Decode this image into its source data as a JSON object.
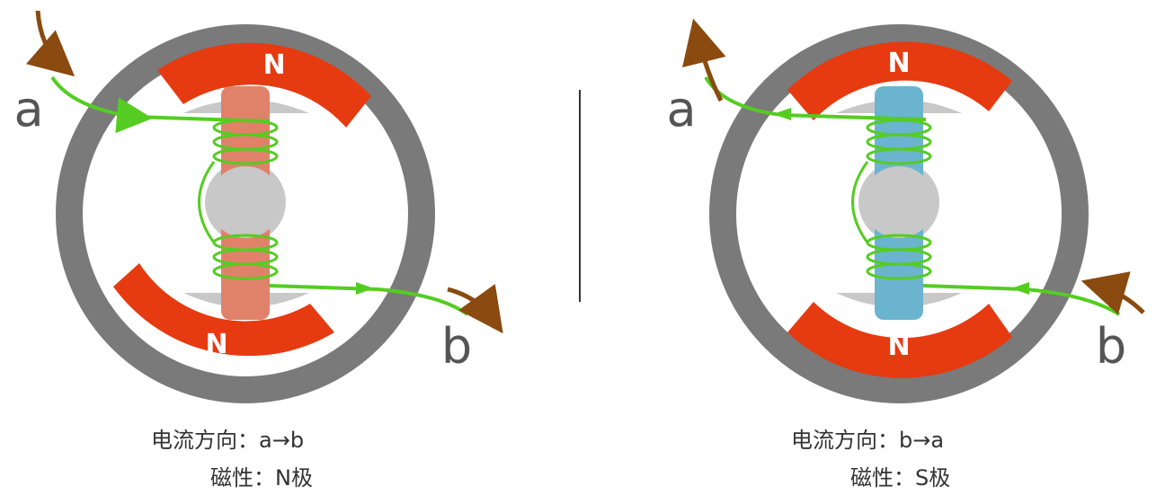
{
  "left_panel": {
    "top_pole": "N",
    "bottom_pole": "N",
    "terminal_a": "a",
    "terminal_b": "b",
    "core_color": "#e0826a",
    "caption_current_label": "电流方向：",
    "caption_current_value": "a→b",
    "caption_magnet_label": "磁性：",
    "caption_magnet_value": "N极"
  },
  "right_panel": {
    "top_pole": "N",
    "bottom_pole": "N",
    "terminal_a": "a",
    "terminal_b": "b",
    "core_color": "#6bb4cf",
    "caption_current_label": "电流方向：",
    "caption_current_value": "b→a",
    "caption_magnet_label": "磁性：",
    "caption_magnet_value": "S极"
  },
  "colors": {
    "ring": "#7a7a7a",
    "magnet": "#e63a10",
    "hub": "#c8c8c8",
    "wire": "#55cc22",
    "arrow": "#8a4a10"
  }
}
